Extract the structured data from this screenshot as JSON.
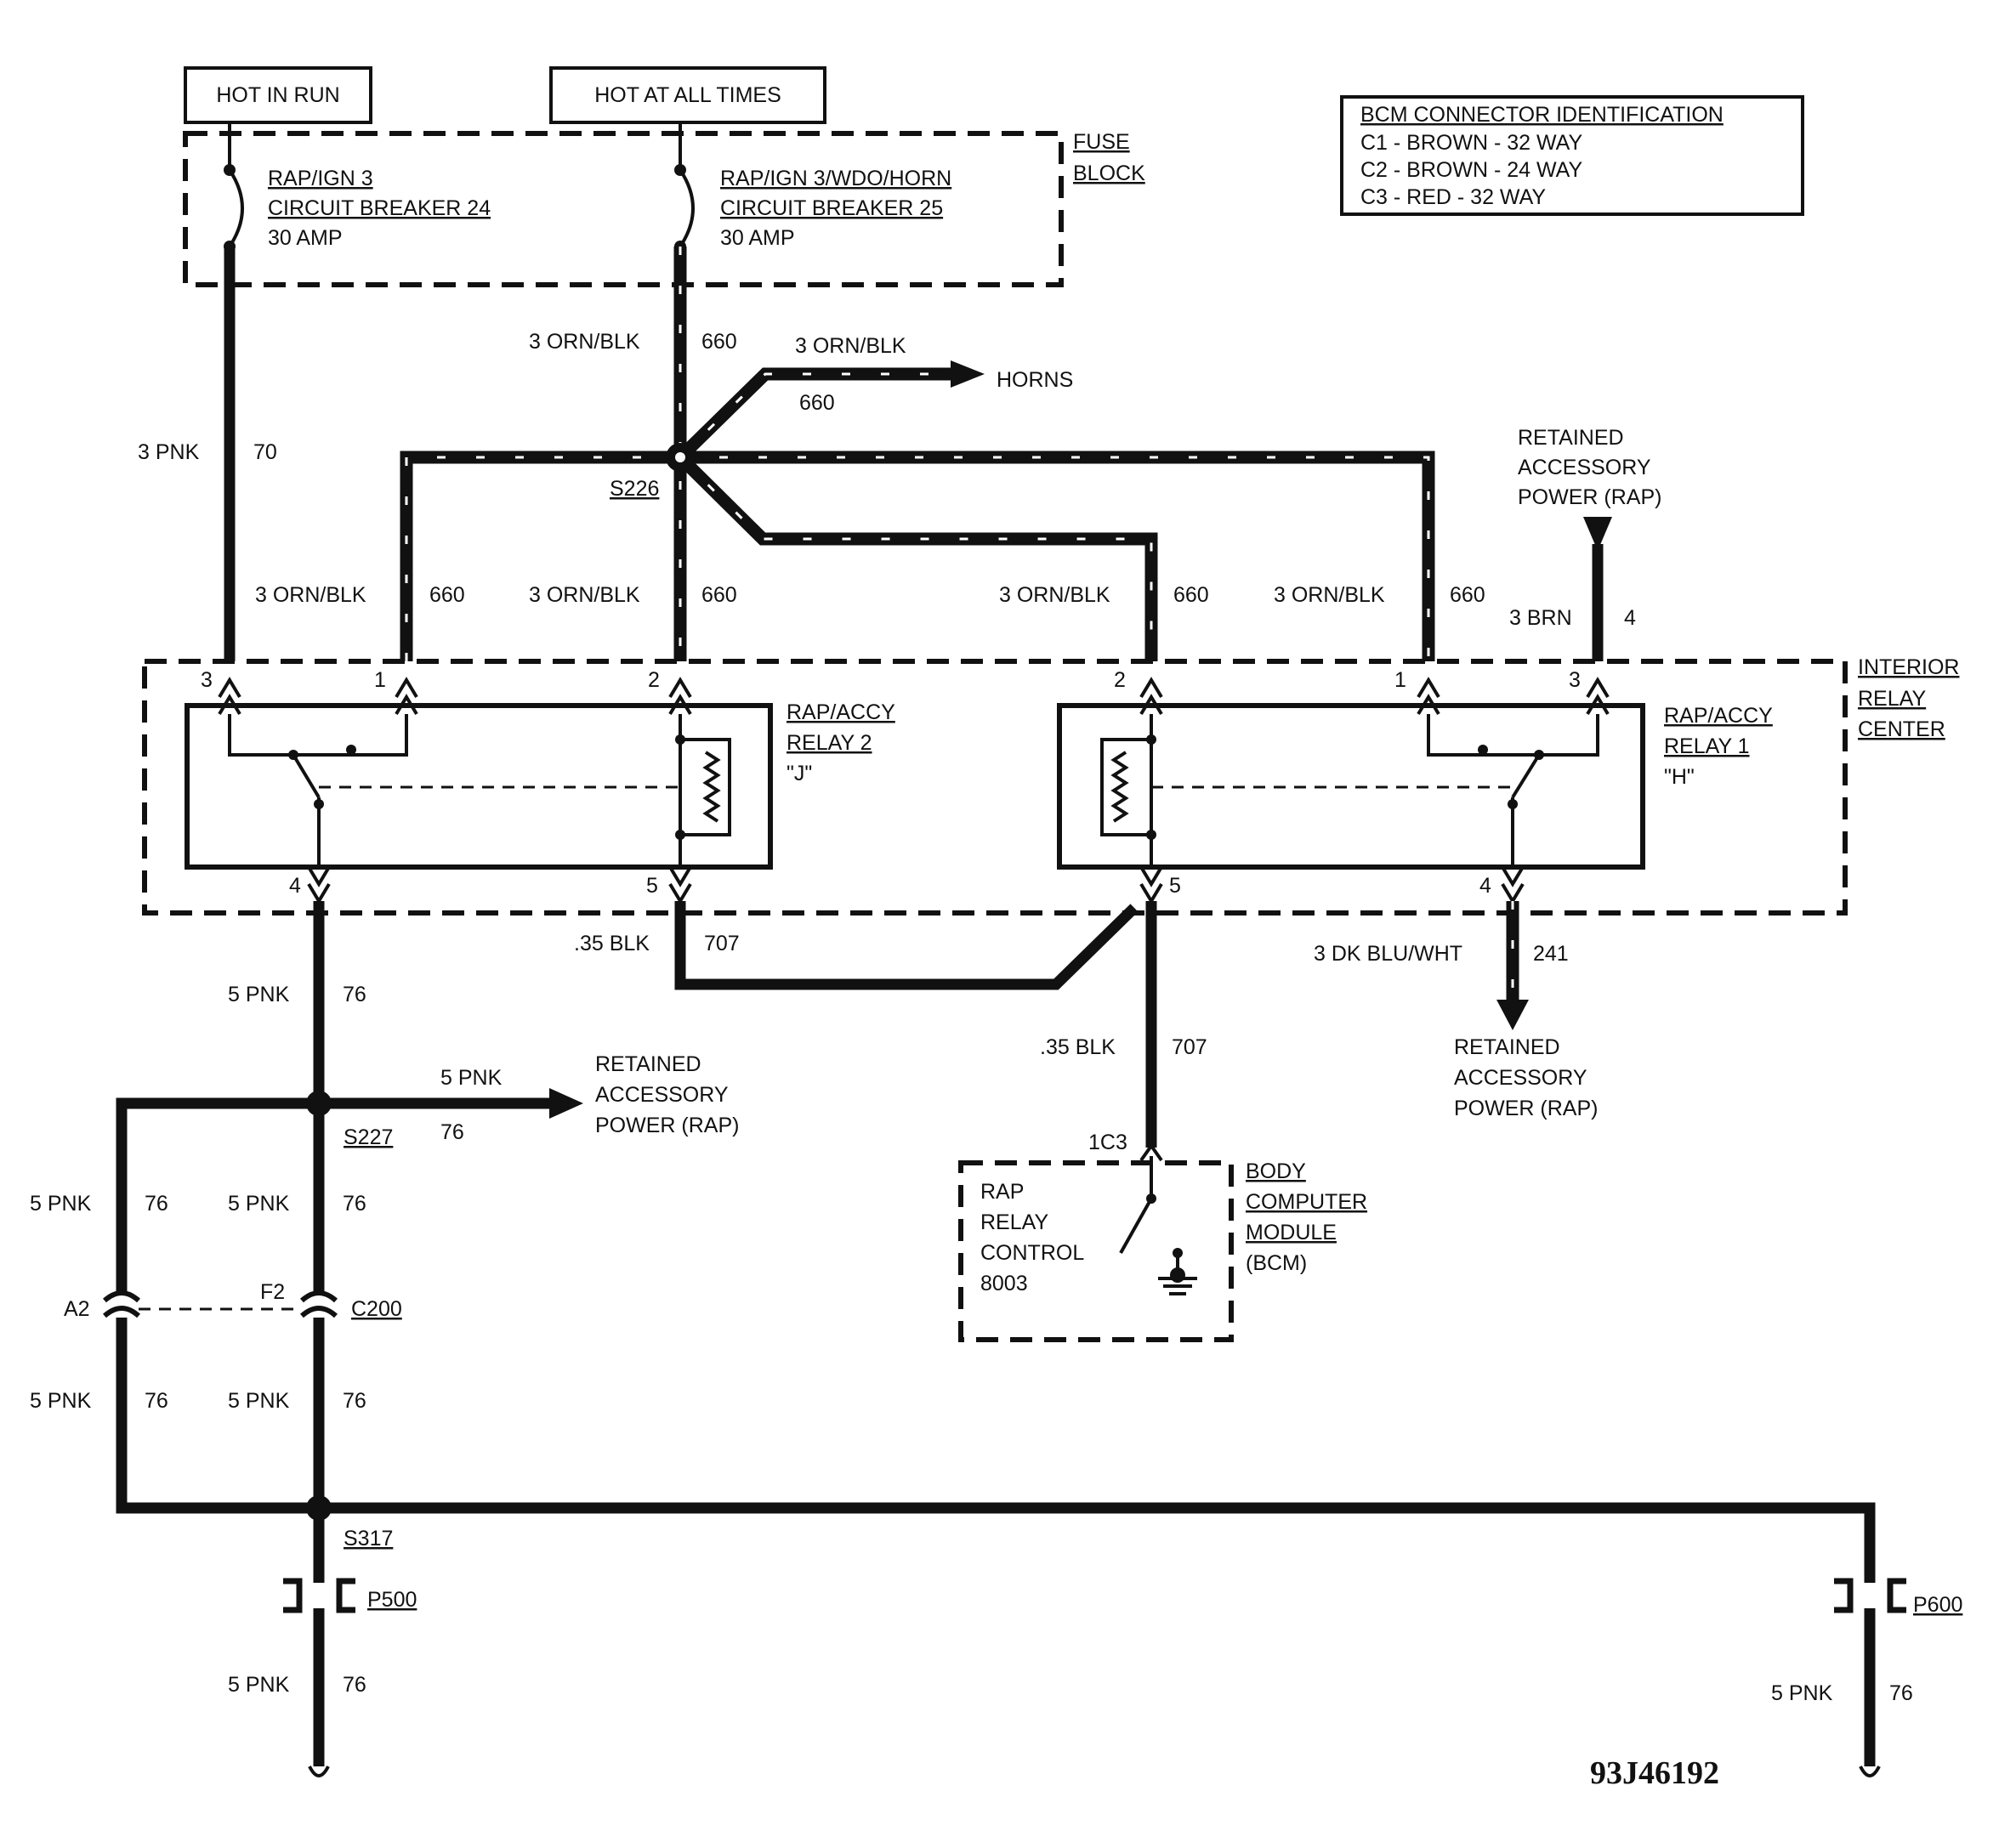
{
  "sources": {
    "hot_in_run": "HOT IN RUN",
    "hot_at_all_times": "HOT AT ALL TIMES"
  },
  "fuse_block": {
    "label_line1": "FUSE",
    "label_line2": "BLOCK",
    "breaker24": {
      "line1": "RAP/IGN 3",
      "line2": "CIRCUIT BREAKER 24",
      "line3": "30 AMP"
    },
    "breaker25": {
      "line1": "RAP/IGN 3/WDO/HORN",
      "line2": "CIRCUIT BREAKER 25",
      "line3": "30 AMP"
    }
  },
  "bcm_connector_id": {
    "title": "BCM CONNECTOR IDENTIFICATION",
    "c1": "C1 - BROWN - 32 WAY",
    "c2": "C2 - BROWN - 24 WAY",
    "c3": "C3 - RED - 32 WAY"
  },
  "wires": {
    "pnk70_color": "3 PNK",
    "pnk70_num": "70",
    "orn_blk": "3 ORN/BLK",
    "orn_blk_num": "660",
    "horns": "HORNS",
    "brn_color": "3 BRN",
    "brn_num": "4",
    "blk_color": ".35 BLK",
    "blk_num": "707",
    "dkblu_color": "3 DK BLU/WHT",
    "dkblu_num": "241",
    "pnk5_color": "5 PNK",
    "pnk5_num": "76"
  },
  "splices": {
    "s226": "S226",
    "s227": "S227",
    "s317": "S317"
  },
  "connectors": {
    "c200": "C200",
    "a2": "A2",
    "f2": "F2",
    "p500": "P500",
    "p600": "P600",
    "c1c3": "1C3"
  },
  "rap": {
    "line1": "RETAINED",
    "line2": "ACCESSORY",
    "line3": "POWER (RAP)"
  },
  "interior_relay_center": {
    "line1": "INTERIOR",
    "line2": "RELAY",
    "line3": "CENTER"
  },
  "relay2": {
    "line1": "RAP/ACCY",
    "line2": "RELAY 2",
    "line3": "\"J\""
  },
  "relay1": {
    "line1": "RAP/ACCY",
    "line2": "RELAY 1",
    "line3": "\"H\""
  },
  "pins": {
    "p1": "1",
    "p2": "2",
    "p3": "3",
    "p4": "4",
    "p5": "5"
  },
  "bcm": {
    "inner_line1": "RAP",
    "inner_line2": "RELAY",
    "inner_line3": "CONTROL",
    "inner_line4": "8003",
    "label_line1": "BODY",
    "label_line2": "COMPUTER",
    "label_line3": "MODULE",
    "label_line4": "(BCM)"
  },
  "diagram_code": "93J46192"
}
